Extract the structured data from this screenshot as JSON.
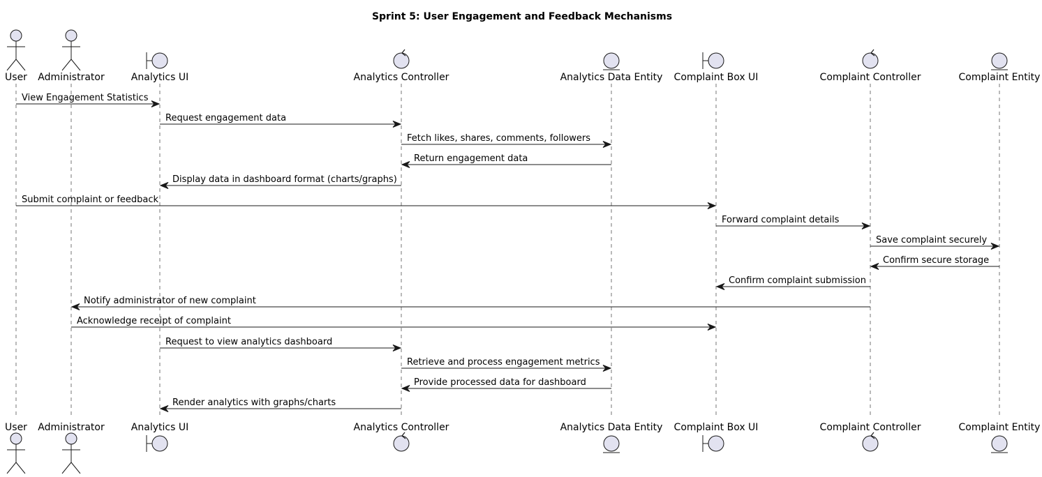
{
  "title": "Sprint 5: User Engagement and Feedback Mechanisms",
  "colors": {
    "shape_fill": "#E2E2F0",
    "shape_stroke": "#181818",
    "lifeline": "#181818"
  },
  "participants": [
    {
      "id": "user",
      "name": "User",
      "kind": "actor"
    },
    {
      "id": "admin",
      "name": "Administrator",
      "kind": "actor"
    },
    {
      "id": "aui",
      "name": "Analytics UI",
      "kind": "boundary"
    },
    {
      "id": "actrl",
      "name": "Analytics Controller",
      "kind": "control"
    },
    {
      "id": "adata",
      "name": "Analytics Data Entity",
      "kind": "entity"
    },
    {
      "id": "cbui",
      "name": "Complaint Box UI",
      "kind": "boundary"
    },
    {
      "id": "cctrl",
      "name": "Complaint Controller",
      "kind": "control"
    },
    {
      "id": "cent",
      "name": "Complaint Entity",
      "kind": "entity"
    }
  ],
  "messages": [
    {
      "from": "user",
      "to": "aui",
      "text": "View Engagement Statistics"
    },
    {
      "from": "aui",
      "to": "actrl",
      "text": "Request engagement data"
    },
    {
      "from": "actrl",
      "to": "adata",
      "text": "Fetch likes, shares, comments, followers"
    },
    {
      "from": "adata",
      "to": "actrl",
      "text": "Return engagement data"
    },
    {
      "from": "actrl",
      "to": "aui",
      "text": "Display data in dashboard format (charts/graphs)"
    },
    {
      "from": "user",
      "to": "cbui",
      "text": "Submit complaint or feedback"
    },
    {
      "from": "cbui",
      "to": "cctrl",
      "text": "Forward complaint details"
    },
    {
      "from": "cctrl",
      "to": "cent",
      "text": "Save complaint securely"
    },
    {
      "from": "cent",
      "to": "cctrl",
      "text": "Confirm secure storage"
    },
    {
      "from": "cctrl",
      "to": "cbui",
      "text": "Confirm complaint submission"
    },
    {
      "from": "cctrl",
      "to": "admin",
      "text": "Notify administrator of new complaint"
    },
    {
      "from": "admin",
      "to": "cbui",
      "text": "Acknowledge receipt of complaint"
    },
    {
      "from": "aui",
      "to": "actrl",
      "text": "Request to view analytics dashboard"
    },
    {
      "from": "actrl",
      "to": "adata",
      "text": "Retrieve and process engagement metrics"
    },
    {
      "from": "adata",
      "to": "actrl",
      "text": "Provide processed data for dashboard"
    },
    {
      "from": "actrl",
      "to": "aui",
      "text": "Render analytics with graphs/charts"
    }
  ]
}
